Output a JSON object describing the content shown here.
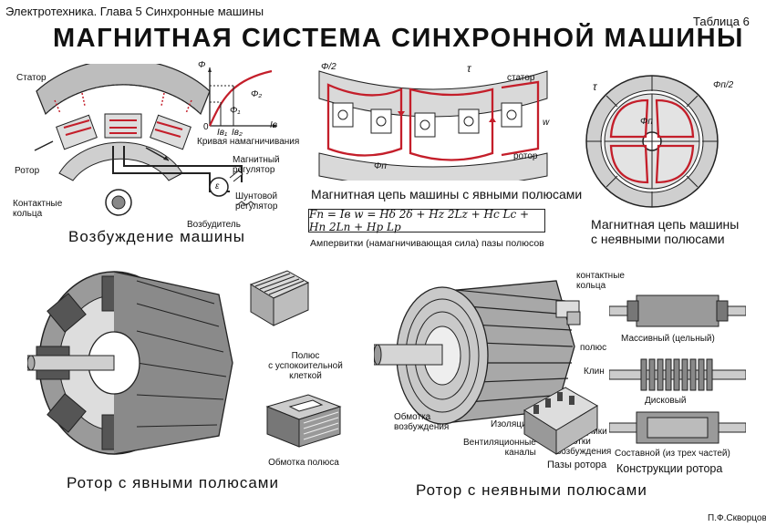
{
  "header": {
    "chapter": "Электротехника. Глава 5  Синхронные машины",
    "table_no": "Таблица 6",
    "title": "МАГНИТНАЯ СИСТЕМА СИНХРОННОЙ МАШИНЫ"
  },
  "excitation": {
    "caption": "Возбуждение машины",
    "labels": {
      "stator": "Статор",
      "rotor": "Ротор",
      "rings": "Контактные\nкольца",
      "exciter": "Возбудитель",
      "mag_reg": "Магнитный\nрегулятор",
      "shunt_reg": "Шунтовой\nрегулятор",
      "curve": "Кривая намагничивания",
      "phi": "Φ",
      "phi1": "Φ₁",
      "phi2": "Φ₂",
      "iv": "Iв",
      "iv1": "Iв₁",
      "iv2": "Iв₂",
      "zero": "0",
      "e": "ε"
    }
  },
  "salient_circuit": {
    "caption": "Магнитная цепь машины с явными полюсами",
    "labels": {
      "stator": "статор",
      "rotor": "ротор",
      "tau": "τ",
      "phi_half": "Φ/2",
      "phi_n": "Φп",
      "w": "w"
    },
    "formula": "Fп = Iв w = Hδ 2δ + Hz 2Lz + Hc Lc + Hп 2Lп + Hр Lр",
    "formula_note": "Ампервитки (намагничивающая сила) пазы полюсов"
  },
  "nonsalient_circuit": {
    "caption": "Магнитная цепь машины\nс неявными полюсами",
    "labels": {
      "phi_half": "Φп/2",
      "phi_n": "Φп",
      "tau": "τ"
    }
  },
  "salient_rotor": {
    "caption": "Ротор с явными полюсами",
    "labels": {
      "pole_damper": "Полюс\nс успокоительной\nклеткой",
      "pole_winding": "Обмотка полюса"
    }
  },
  "nonsalient_rotor": {
    "caption": "Ротор с неявными полюсами",
    "labels": {
      "rings": "контактные\nкольца",
      "pole": "полюс",
      "wedge": "Клин",
      "field_winding": "Обмотка\nвозбуждения",
      "insulation": "Изоляция",
      "vent": "Вентиляционные\nканалы",
      "conductors": "Проводники\nобмотки\nвозбуждения",
      "slots": "Пазы ротора"
    }
  },
  "rotor_designs": {
    "caption": "Конструкции ротора",
    "items": [
      "Массивный (цельный)",
      "Дисковый",
      "Составной (из трех частей)"
    ]
  },
  "author": "П.Ф.Скворцов",
  "colors": {
    "flux": "#c41e2a",
    "ink": "#1a1a1a"
  }
}
